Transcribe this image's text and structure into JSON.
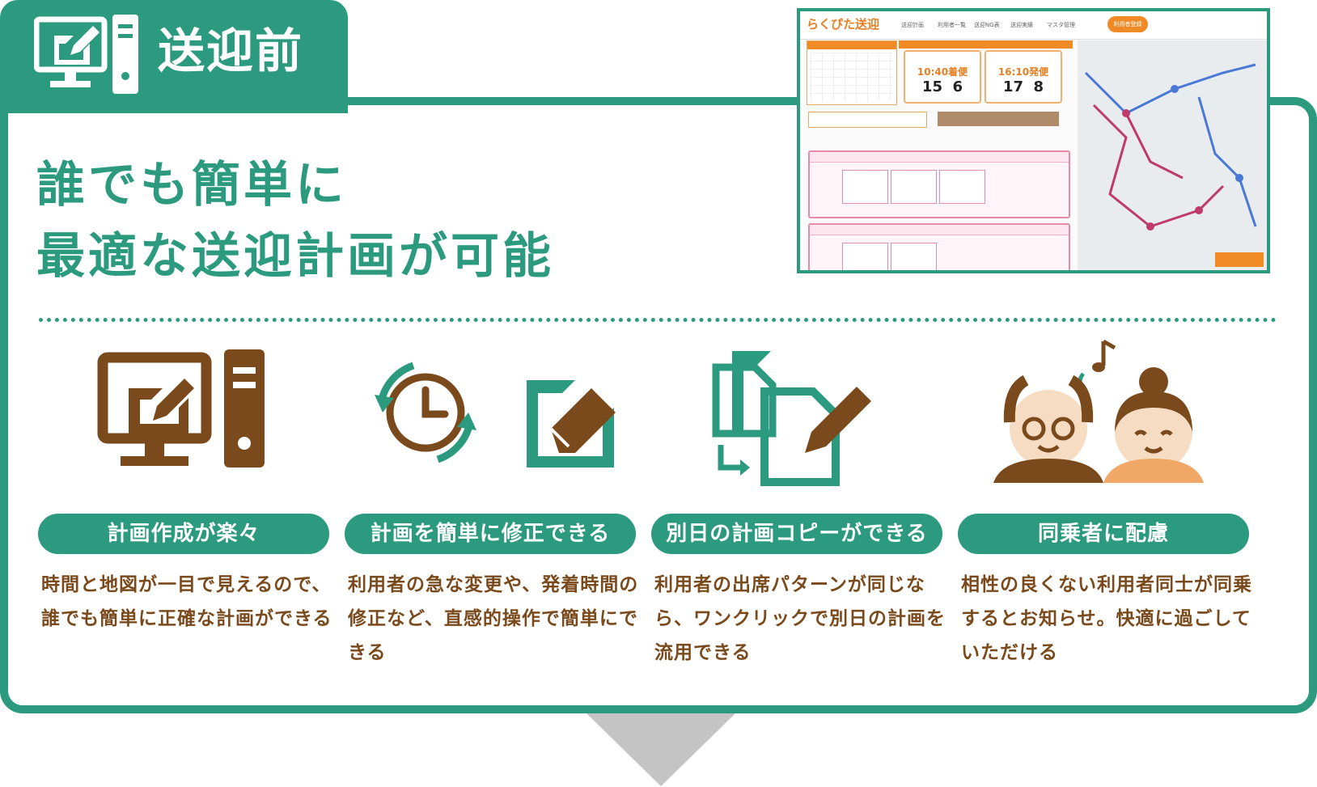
{
  "header": {
    "tab_title": "送迎前",
    "headline_lines": [
      "誰でも簡単に",
      "最適な送迎計画が可能"
    ]
  },
  "screenshot": {
    "logo": "らくぴた送迎",
    "nav": [
      "送迎計画",
      "利用者一覧",
      "送迎NG表",
      "送迎実績",
      "マスタ管理"
    ],
    "button": "利用者登録",
    "card1": {
      "time": "10:40着便",
      "count1": "15",
      "count2": "6"
    },
    "card2": {
      "time": "16:10発便",
      "count1": "17",
      "count2": "8"
    }
  },
  "features": [
    {
      "icon": "computer-edit-icon",
      "title": "計画作成が楽々",
      "desc": "時間と地図が一目で見えるので、誰でも簡単に正確な計画ができる"
    },
    {
      "icon": "clock-eraser-icon",
      "title": "計画を簡単に修正できる",
      "desc": "利用者の急な変更や、発着時間の修正など、直感的操作で簡単にできる"
    },
    {
      "icon": "copy-document-icon",
      "title": "別日の計画コピーができる",
      "desc": "利用者の出席パターンが同じなら、ワンクリックで別日の計画を流用できる"
    },
    {
      "icon": "elderly-couple-icon",
      "title": "同乗者に配慮",
      "desc": "相性の良くない利用者同士が同乗するとお知らせ。快適に過ごしていただける"
    }
  ],
  "colors": {
    "green": "#2b9a7e",
    "brown": "#7a4a1c",
    "orange": "#f08a24",
    "arrow": "#c4c4c4"
  }
}
